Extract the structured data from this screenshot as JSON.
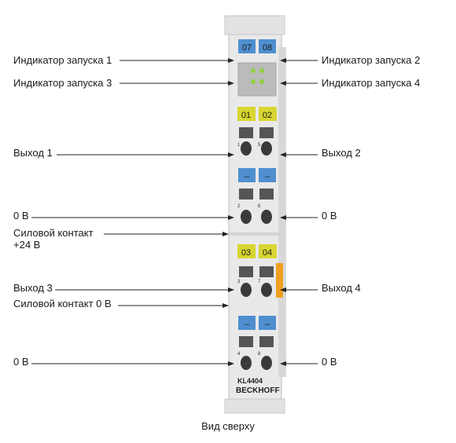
{
  "diagram": {
    "left_labels": [
      {
        "id": "run-indicator-1",
        "text": "Индикатор запуска 1"
      },
      {
        "id": "run-indicator-3",
        "text": "Индикатор запуска 3"
      },
      {
        "id": "output-1",
        "text": "Выход 1"
      },
      {
        "id": "zero-v-left-1",
        "text": "0 В"
      },
      {
        "id": "power-contact-24v",
        "text": "Силовой контакт\n+24 В"
      },
      {
        "id": "output-3",
        "text": "Выход 3"
      },
      {
        "id": "power-contact-0v",
        "text": "Силовой контакт 0 В"
      },
      {
        "id": "zero-v-left-2",
        "text": "0 В"
      }
    ],
    "right_labels": [
      {
        "id": "run-indicator-2",
        "text": "Индикатор запуска 2"
      },
      {
        "id": "run-indicator-4",
        "text": "Индикатор запуска 4"
      },
      {
        "id": "output-2",
        "text": "Выход 2"
      },
      {
        "id": "zero-v-right-1",
        "text": "0 В"
      },
      {
        "id": "output-4",
        "text": "Выход 4"
      },
      {
        "id": "zero-v-right-2",
        "text": "0 В"
      }
    ],
    "caption": "Вид сверху"
  },
  "module": {
    "channel_labels": {
      "top_left": "07",
      "top_right": "08",
      "mid1_left": "01",
      "mid1_right": "02",
      "mid2_left": "03",
      "mid2_right": "04"
    },
    "dash_label": "–",
    "terminal_numbers": [
      "1",
      "5",
      "2",
      "6",
      "3",
      "7",
      "4",
      "8"
    ],
    "model": "KL4404",
    "brand": "BECKHOFF"
  },
  "colors": {
    "body": "#e6e6e6",
    "blue_label": "#4f8fd0",
    "yellow_label": "#d8d630",
    "orange_tab": "#f0a020",
    "led": "#8fd040",
    "line": "#222222"
  }
}
